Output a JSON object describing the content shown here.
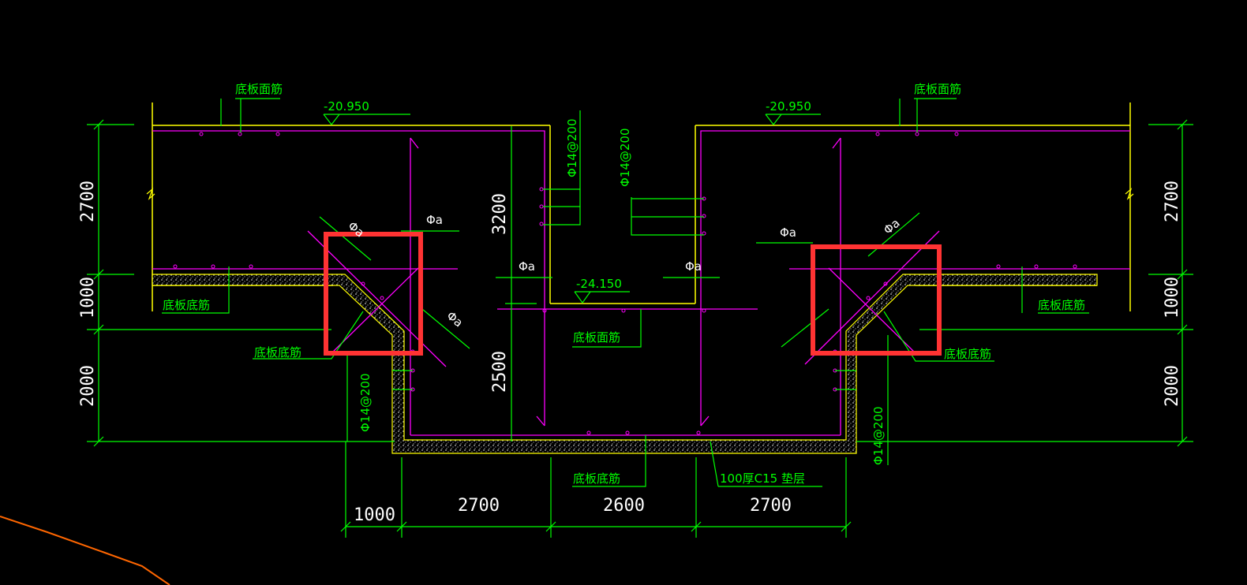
{
  "colors": {
    "background": "#000000",
    "dimension": "#00ff00",
    "rebar_magenta": "#ff00ff",
    "concrete_outline": "#ffff00",
    "dim_text": "#ffffff",
    "label_text": "#00ff00",
    "highlight_box": "#ff3333",
    "stray_line": "#ff6600"
  },
  "elevations": {
    "top_left": "-20.950",
    "top_right": "-20.950",
    "pit_bottom": "-24.150"
  },
  "labels": {
    "slab_top_bar_left": "底板面筋",
    "slab_top_bar_right": "底板面筋",
    "slab_top_bar_center": "底板面筋",
    "slab_bottom_bar_left": "底板底筋",
    "slab_bottom_bar_right": "底板底筋",
    "slab_bottom_bar_left_lower": "底板底筋",
    "slab_bottom_bar_right_lower": "底板底筋",
    "slab_bottom_bar_center": "底板底筋",
    "cushion": "100厚C15 垫层"
  },
  "rebar_notes": {
    "wall_left_upper": "Φ14@200",
    "wall_right_upper": "Φ14@200",
    "wall_left_lower": "Φ14@200",
    "wall_right_lower": "Φ14@200",
    "phi_a_1": "Φa",
    "phi_a_2": "Φa",
    "phi_a_3": "Φa",
    "phi_a_4": "Φa",
    "phi_a_5": "Φa",
    "phi_a_6": "Φa",
    "phi_a_7": "Φa"
  },
  "dimensions": {
    "left_2700": "2700",
    "left_1000": "1000",
    "left_2000": "2000",
    "right_2700": "2700",
    "right_1000": "1000",
    "right_2000": "2000",
    "center_3200": "3200",
    "center_2500": "2500",
    "bottom_1000": "1000",
    "bottom_2700_a": "2700",
    "bottom_2600": "2600",
    "bottom_2700_b": "2700"
  }
}
